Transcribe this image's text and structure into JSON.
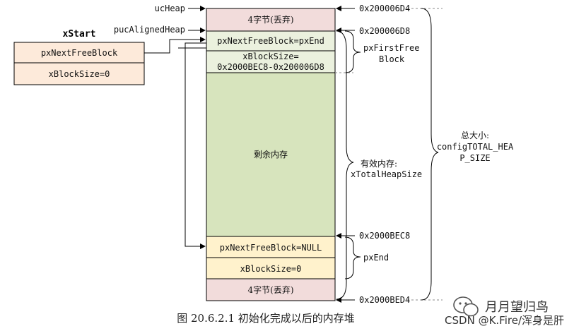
{
  "xstart": {
    "title": "xStart",
    "field1": "pxNextFreeBlock",
    "field2": "xBlockSize=0"
  },
  "pointers": {
    "ucheap": "ucHeap",
    "pucaligned": "pucAlignedHeap"
  },
  "heap": {
    "top_discard": "4字节(丢弃)",
    "first_next": "pxNextFreeBlock=pxEnd",
    "first_size_l1": "xBlockSize=",
    "first_size_l2": "0x2000BEC8-0x200006D8",
    "remaining": "剩余内存",
    "end_next": "pxNextFreeBlock=NULL",
    "end_size": "xBlockSize=0",
    "bottom_discard": "4字节(丢弃)"
  },
  "addresses": {
    "a1": "0x200006D4",
    "a2": "0x200006D8",
    "a3": "0x2000BEC8",
    "a4": "0x2000BED4"
  },
  "labels": {
    "firstfree_l1": "pxFirstFree",
    "firstfree_l2": "Block",
    "effective_l1": "有效内存:",
    "effective_l2": "xTotalHeapSize",
    "total_l1": "总大小:",
    "total_l2": "configTOTAL_HEA",
    "total_l3": "P_SIZE",
    "pxend": "pxEnd"
  },
  "caption": "图 20.6.2.1  初始化完成以后的内存堆",
  "watermark": {
    "name": "月月望归鸟",
    "credit": "CSDN @K.Fire/浑身是肝"
  },
  "colors": {
    "discard_fill": "#f2dcdb",
    "header_fill": "#ebf1de",
    "remaining_fill": "#d7e4bd",
    "end_fill": "#fff2cc",
    "xstart_fill": "#fdeada"
  }
}
